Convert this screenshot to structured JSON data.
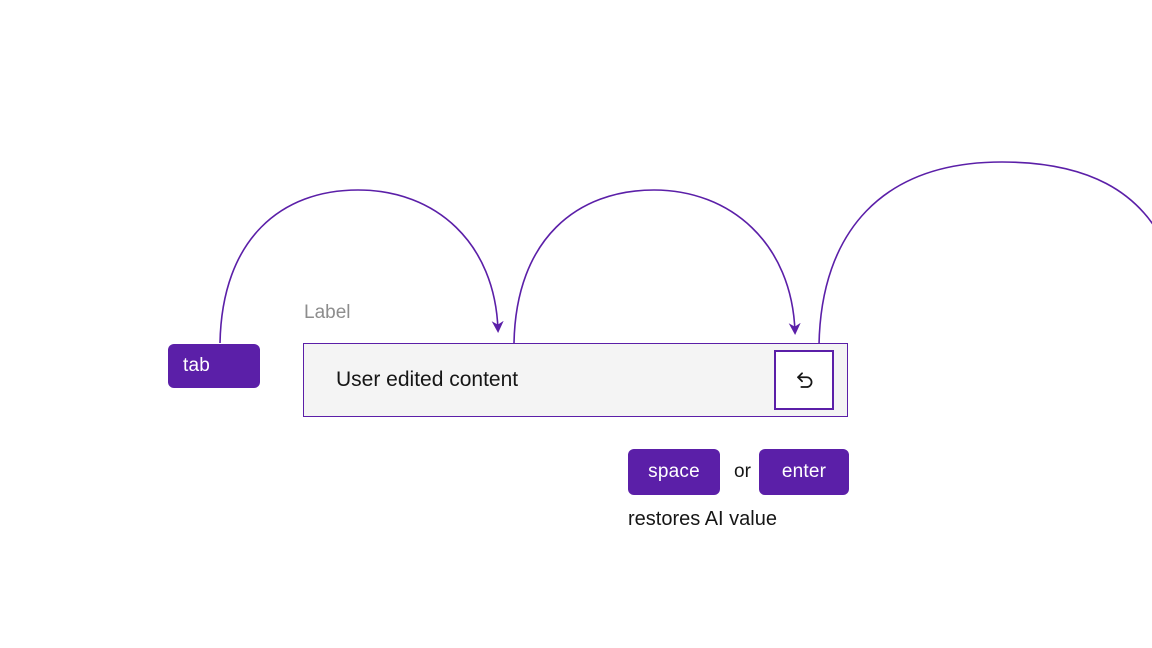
{
  "colors": {
    "key_bg": "#5b1fa8",
    "key_text": "#ffffff",
    "arc": "#5b1fa8",
    "field_bg": "#f4f4f4",
    "field_border": "#5b1fa8",
    "field_label": "#8d8d8d",
    "text": "#161616"
  },
  "keys": {
    "tab": "tab",
    "space": "space",
    "enter": "enter"
  },
  "field": {
    "label": "Label",
    "value": "User edited content"
  },
  "icons": {
    "undo": "undo-icon"
  },
  "texts": {
    "or": "or",
    "caption": "restores AI value"
  }
}
